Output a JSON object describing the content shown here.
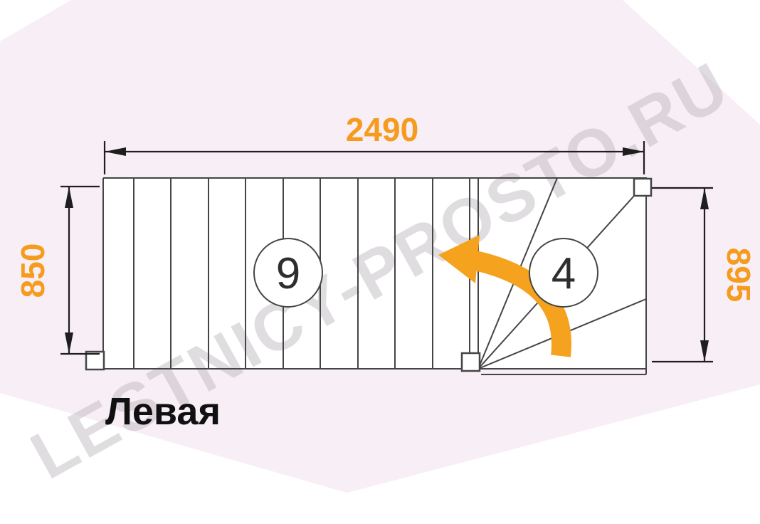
{
  "staircase": {
    "type_label": "Левая",
    "straight_flight_steps": "9",
    "winder_steps": "4",
    "dimensions": {
      "total_length_mm": "2490",
      "flight_width_mm": "850",
      "winder_width_mm": "895"
    }
  },
  "watermark": {
    "text": "LESTNICY-PROSTO.RU"
  },
  "colors": {
    "accent_orange": "#F59C1E",
    "line_dark": "#454545",
    "background_pink": "#F8EEF6",
    "watermark_gray": "#B7B0B8"
  }
}
